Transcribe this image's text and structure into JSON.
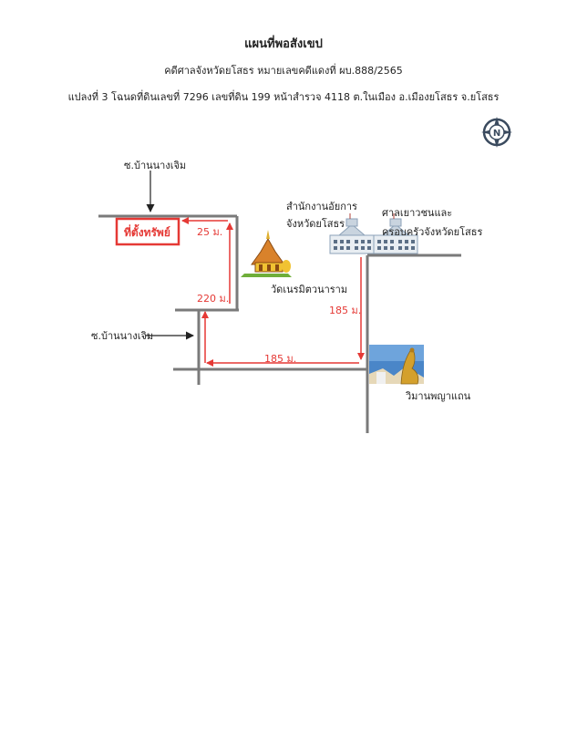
{
  "header": {
    "title": "แผนที่พอสังเขป",
    "case": "คดีศาลจังหวัดยโสธร หมายเลขคดีแดงที่ ผบ.888/2565",
    "parcel": "แปลงที่ 3 โฉนดที่ดินเลขที่ 7296 เลขที่ดิน 199 หน้าสำรวจ 4118 ต.ในเมือง อ.เมืองยโสธร จ.ยโสธร"
  },
  "compass": {
    "letter": "N"
  },
  "map": {
    "property_label": "ที่ตั้งทรัพย์",
    "soi_top": "ซ.บ้านนางเจิม",
    "soi_left": "ซ.บ้านนางเจิม",
    "dist_25": "25 ม.",
    "dist_220": "220 ม.",
    "dist_185_vertical": "185 ม.",
    "dist_185_horizontal": "185 ม.",
    "temple": "วัดเนรมิตวนาราม",
    "prosecutor_line1": "สำนักงานอัยการ",
    "prosecutor_line2": "จังหวัดยโสธร",
    "court_line1": "ศาลเยาวชนและ",
    "court_line2": "ครอบครัวจังหวัดยโสธร",
    "landmark": "วิมานพญาแถน"
  },
  "colors": {
    "road": "#7a7a7a",
    "route": "#e53935",
    "text": "#222222"
  }
}
